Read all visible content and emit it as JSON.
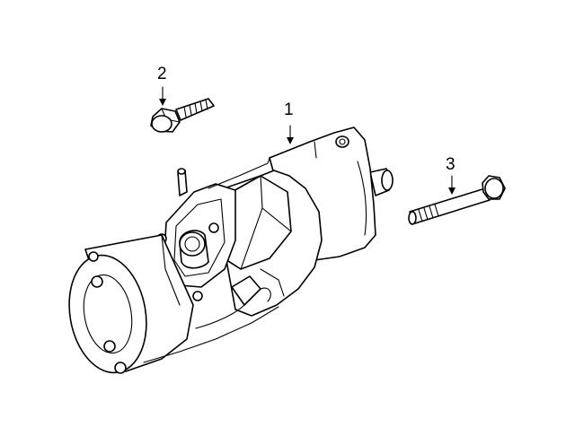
{
  "callouts": [
    {
      "id": "1",
      "label": "1",
      "part": "starter-motor"
    },
    {
      "id": "2",
      "label": "2",
      "part": "short-bolt"
    },
    {
      "id": "3",
      "label": "3",
      "part": "long-bolt"
    }
  ],
  "colors": {
    "background": "#ffffff",
    "line": "#000000"
  }
}
